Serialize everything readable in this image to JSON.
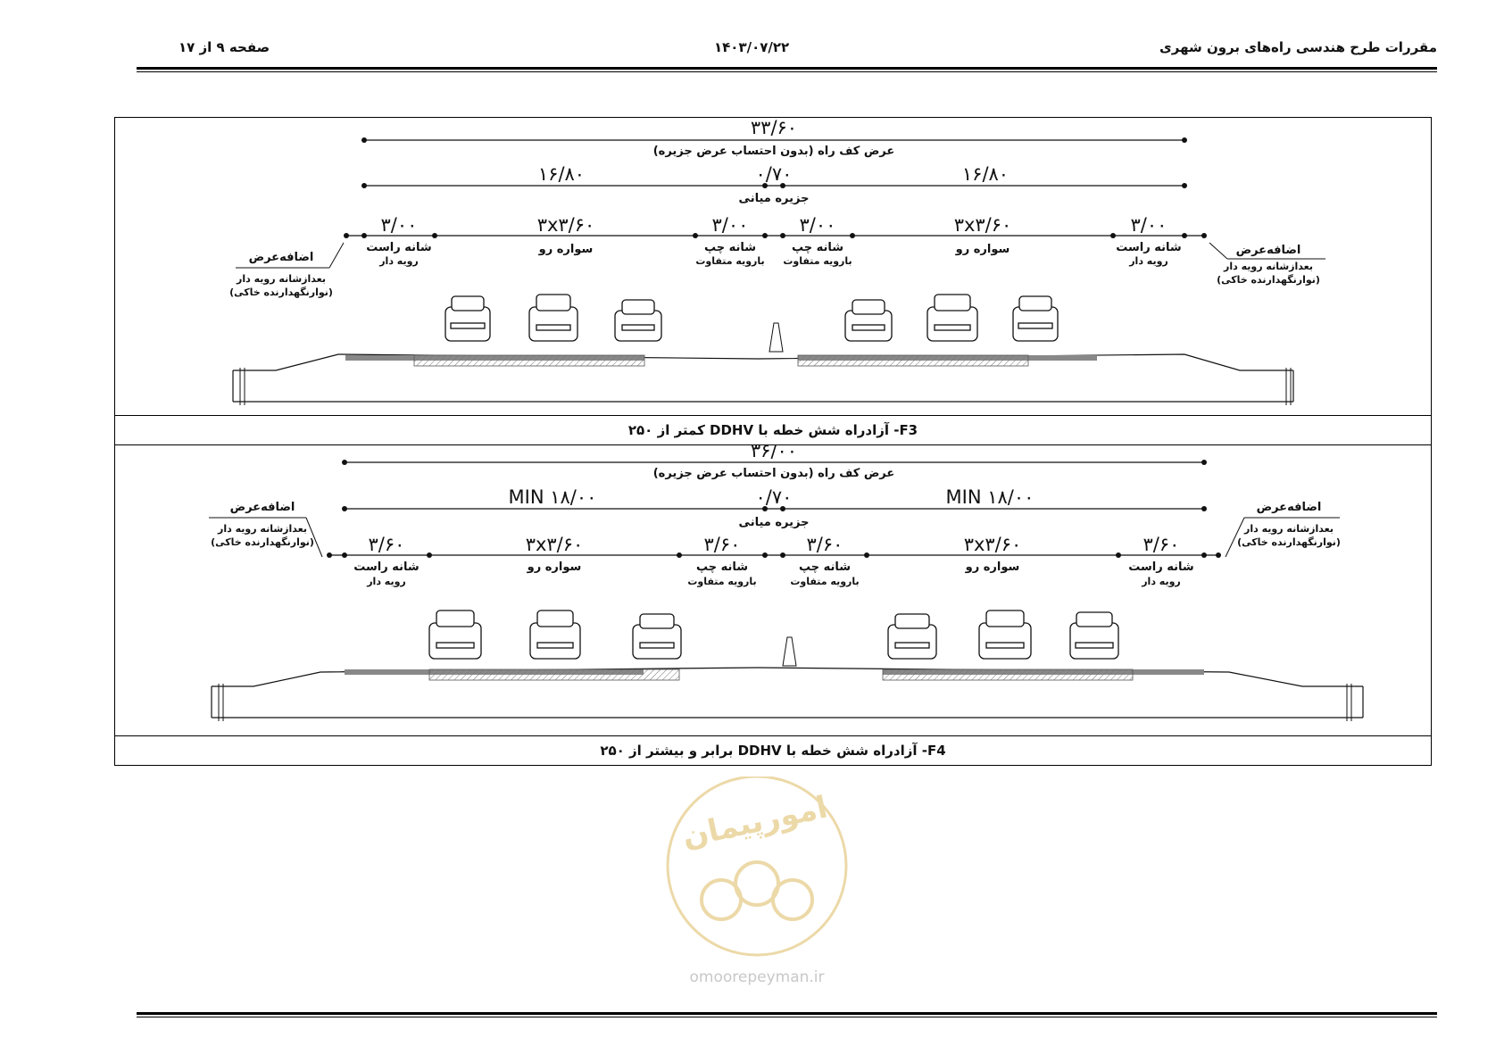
{
  "header": {
    "title": "مقررات طرح هندسی راه‌های برون شهری",
    "date": "۱۴۰۳/۰۷/۲۲",
    "page": "صفحه ۹ از ۱۷"
  },
  "figure_f3": {
    "caption": "F3- آزادراه شش خطه با DDHV کمتر از ۲۵۰",
    "total_width": "۳۳/۶۰",
    "total_label": "عرض کف راه (بدون احتساب عرض جزیره)",
    "half_left": "۱۶/۸۰",
    "half_right": "۱۶/۸۰",
    "median": "۰/۷۰",
    "median_label": "جزیره میانی",
    "right_shoulder": "۳/۰۰",
    "travel_lanes": "۳x۳/۶۰",
    "left_shoulder": "۳/۰۰",
    "right_shoulder_label": "شانه راست",
    "right_shoulder_sub": "رویه دار",
    "lanes_label": "سواره رو",
    "left_shoulder_label": "شانه چپ",
    "left_shoulder_sub": "بارویه متفاوت",
    "extra_title": "اضافه‌عرض",
    "extra_line1": "بعدازشانه رویه دار",
    "extra_line2": "(نوارنگهدارنده خاکی)"
  },
  "figure_f4": {
    "caption": "F4- آزادراه شش خطه با DDHV برابر و بیشتر از ۲۵۰",
    "total_width": "۳۶/۰۰",
    "total_label": "عرض کف راه (بدون احتساب عرض جزیره)",
    "half_left": "MIN ۱۸/۰۰",
    "half_right": "MIN ۱۸/۰۰",
    "median": "۰/۷۰",
    "median_label": "جزیره میانی",
    "right_shoulder": "۳/۶۰",
    "travel_lanes": "۳x۳/۶۰",
    "left_shoulder": "۳/۶۰",
    "right_shoulder_label": "شانه راست",
    "right_shoulder_sub": "رویه دار",
    "lanes_label": "سواره رو",
    "left_shoulder_label": "شانه چپ",
    "left_shoulder_sub": "بارویه متفاوت",
    "extra_title": "اضافه‌عرض",
    "extra_line1": "بعدازشانه رویه دار",
    "extra_line2": "(نوارنگهدارنده خاکی)"
  },
  "watermark": {
    "logo_text": "امورپیمان",
    "site": "omoorepeyman.ir"
  },
  "colors": {
    "ink": "#111111",
    "watermark": "#e6cf9a",
    "hatch": "#777777"
  }
}
